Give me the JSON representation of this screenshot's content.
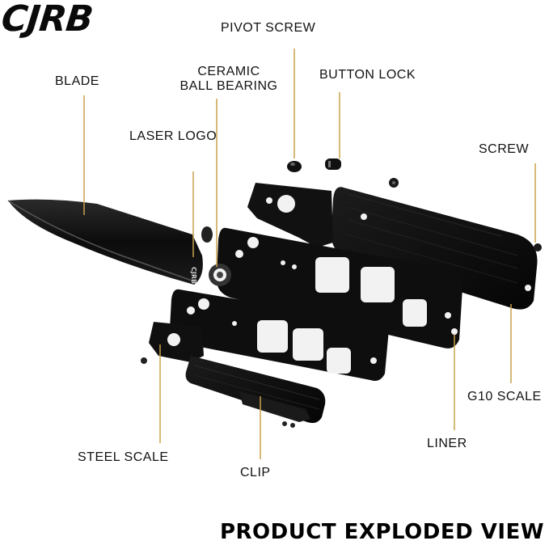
{
  "brand": {
    "logo_text": "CJRB"
  },
  "title": "PRODUCT EXPLODED VIEW",
  "colors": {
    "leader_line": "#c9a24a",
    "part_fill": "#0d0d0d",
    "part_highlight": "#3a3a3a",
    "background": "#ffffff"
  },
  "labels": {
    "blade": "BLADE",
    "ceramic_ball_bearing_line1": "CERAMIC",
    "ceramic_ball_bearing_line2": "BALL BEARING",
    "pivot_screw": "PIVOT SCREW",
    "button_lock": "BUTTON LOCK",
    "laser_logo": "LASER LOGO",
    "screw": "SCREW",
    "g10_scale": "G10 SCALE",
    "liner": "LINER",
    "steel_scale": "STEEL SCALE",
    "clip": "CLIP"
  },
  "blade_engraving": "CJRB"
}
